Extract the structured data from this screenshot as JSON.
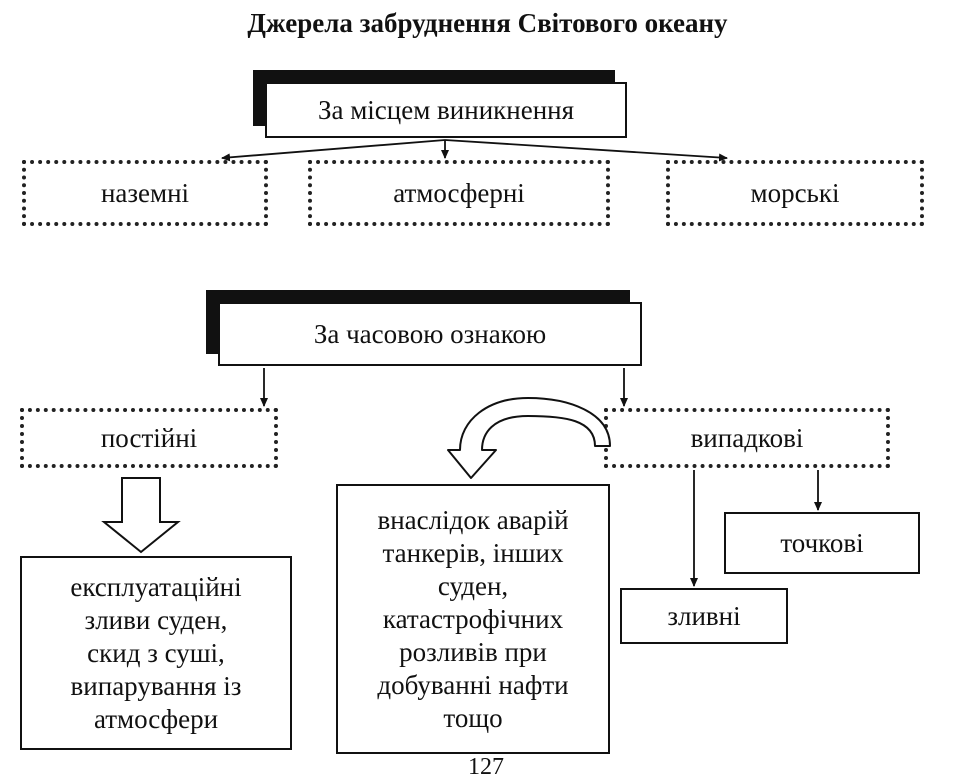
{
  "title": "Джерела забруднення Світового океану",
  "section1": {
    "header": "За місцем виникнення",
    "items": [
      "наземні",
      "атмосферні",
      "морські"
    ]
  },
  "section2": {
    "header": "За часовою ознакою",
    "permanent": "постійні",
    "random": "випадкові",
    "permanent_detail": "експлуатаційні\nзливи суден,\nскид з суші,\nвипарування із\nатмосфери",
    "accident_detail": "внаслідок аварій\nтанкерів, інших\nсуден,\nкатастрофічних\nрозливів при\nдобуванні нафти\nтощо",
    "point": "точкові",
    "discharge": "зливні"
  },
  "page_number": "127"
}
